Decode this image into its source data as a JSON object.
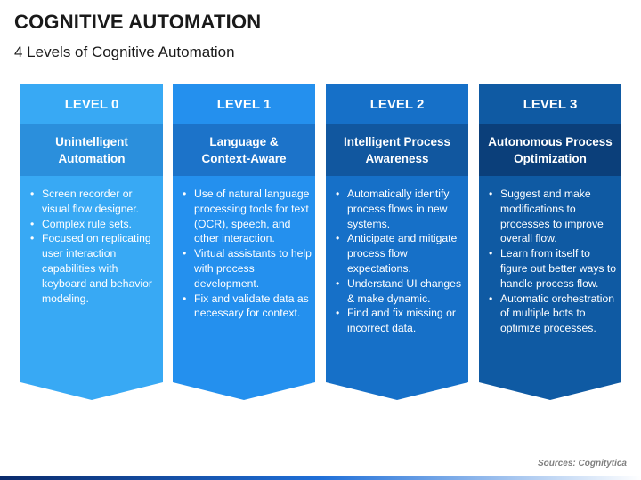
{
  "title": "COGNITIVE AUTOMATION",
  "subtitle": "4 Levels of Cognitive Automation",
  "columns": [
    {
      "level": "LEVEL 0",
      "heading_line1": "Unintelligent",
      "heading_line2": "Automation",
      "bullets": [
        "Screen recorder or visual flow designer.",
        "Complex rule sets.",
        "Focused on replicating user interaction capabilities with keyboard and behavior modeling."
      ],
      "colors": {
        "level_bg": "#38a9f4",
        "head_bg": "#2b8fdc",
        "body_bg": "#38a9f4"
      }
    },
    {
      "level": "LEVEL 1",
      "heading_line1": "Language &",
      "heading_line2": "Context-Aware",
      "bullets": [
        "Use of natural language processing tools for text (OCR), speech, and other interaction.",
        "Virtual assistants to help with process development.",
        "Fix and validate data as necessary for context."
      ],
      "colors": {
        "level_bg": "#2490ee",
        "head_bg": "#1c73c9",
        "body_bg": "#2490ee"
      }
    },
    {
      "level": "LEVEL 2",
      "heading_line1": "Intelligent Process",
      "heading_line2": "Awareness",
      "bullets": [
        "Automatically identify process flows in new systems.",
        "Anticipate and mitigate process flow expectations.",
        "Understand UI changes & make dynamic.",
        "Find and fix missing or incorrect data."
      ],
      "colors": {
        "level_bg": "#1670c8",
        "head_bg": "#11579f",
        "body_bg": "#1670c8"
      }
    },
    {
      "level": "LEVEL 3",
      "heading_line1": "Autonomous Process",
      "heading_line2": "Optimization",
      "bullets": [
        "Suggest and make modifications to processes to improve overall flow.",
        "Learn from itself to figure out better ways to handle process flow.",
        "Automatic orchestration of multiple bots to optimize processes."
      ],
      "colors": {
        "level_bg": "#0f5aa3",
        "head_bg": "#0b3f7a",
        "body_bg": "#0f5aa3"
      }
    }
  ],
  "source": "Sources: Cognitytica"
}
